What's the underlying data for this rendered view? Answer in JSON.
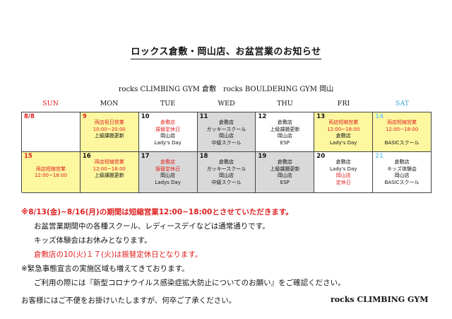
{
  "title": "ロックス倉敷・岡山店、お盆営業のお知らせ",
  "subtitle": "rocks CLIMBING GYM 倉敷　rocks BOULDERING GYM 岡山",
  "day_headers": [
    "SUN",
    "MON",
    "TUE",
    "WED",
    "THU",
    "FRI",
    "SAT"
  ],
  "weeks": [
    [
      {
        "date": "8/8",
        "bg": "white",
        "date_color": "red",
        "lines": []
      },
      {
        "date": "9",
        "bg": "yellow",
        "date_color": "red",
        "lines": [
          {
            "text": "両店祝日営業",
            "color": "red"
          },
          {
            "text": "10:00~20:00",
            "color": "red"
          },
          {
            "text": "上級課題更新",
            "color": "black"
          }
        ]
      },
      {
        "date": "10",
        "bg": "white",
        "date_color": "black",
        "lines": [
          {
            "text": "倉敷店",
            "color": "red"
          },
          {
            "text": "振替定休日",
            "color": "red"
          },
          {
            "text": "岡山店",
            "color": "black"
          },
          {
            "text": "Lady's Day",
            "color": "black"
          }
        ]
      },
      {
        "date": "11",
        "bg": "gray",
        "date_color": "black",
        "lines": [
          {
            "text": "倉敷店",
            "color": "black"
          },
          {
            "text": "ガッキースクール",
            "color": "black"
          },
          {
            "text": "岡山店",
            "color": "black"
          },
          {
            "text": "中級スクール",
            "color": "black"
          }
        ]
      },
      {
        "date": "12",
        "bg": "white",
        "date_color": "black",
        "lines": [
          {
            "text": "倉敷店",
            "color": "black"
          },
          {
            "text": "上級課題更新",
            "color": "black"
          },
          {
            "text": "岡山店",
            "color": "black"
          },
          {
            "text": "ESP",
            "color": "black"
          }
        ]
      },
      {
        "date": "13",
        "bg": "yellow",
        "date_color": "black",
        "lines": [
          {
            "text": "両店短縮営業",
            "color": "red"
          },
          {
            "text": "12:00~18:00",
            "color": "red"
          },
          {
            "text": "倉敷店",
            "color": "black"
          },
          {
            "text": "Lady's Day",
            "color": "black"
          }
        ]
      },
      {
        "date": "14",
        "bg": "yellow",
        "date_color": "lightblue",
        "lines": [
          {
            "text": "両店短縮営業",
            "color": "red"
          },
          {
            "text": "12:00~18:00",
            "color": "red"
          },
          {
            "text": "",
            "color": "black"
          },
          {
            "text": "BASICスクール",
            "color": "black"
          }
        ]
      }
    ],
    [
      {
        "date": "15",
        "bg": "yellow",
        "date_color": "red",
        "lines": [
          {
            "text": "",
            "color": "black"
          },
          {
            "text": "両店短縮営業",
            "color": "red"
          },
          {
            "text": "12:00~18:00",
            "color": "red"
          }
        ]
      },
      {
        "date": "16",
        "bg": "yellow",
        "date_color": "black",
        "lines": [
          {
            "text": "両店短縮営業",
            "color": "red"
          },
          {
            "text": "12:00~18:00",
            "color": "red"
          },
          {
            "text": "上級課題更新",
            "color": "black"
          }
        ]
      },
      {
        "date": "17",
        "bg": "gray",
        "date_color": "black",
        "lines": [
          {
            "text": "倉敷店",
            "color": "red"
          },
          {
            "text": "振替定休日",
            "color": "red"
          },
          {
            "text": "岡山店",
            "color": "black"
          },
          {
            "text": "Ladys Day",
            "color": "black"
          }
        ]
      },
      {
        "date": "18",
        "bg": "gray",
        "date_color": "black",
        "lines": [
          {
            "text": "倉敷店",
            "color": "black"
          },
          {
            "text": "ガッキースクール",
            "color": "black"
          },
          {
            "text": "岡山店",
            "color": "black"
          },
          {
            "text": "中級スクール",
            "color": "black"
          }
        ]
      },
      {
        "date": "19",
        "bg": "gray",
        "date_color": "black",
        "lines": [
          {
            "text": "倉敷店",
            "color": "black"
          },
          {
            "text": "上級課題更新",
            "color": "black"
          },
          {
            "text": "岡山店",
            "color": "black"
          },
          {
            "text": "ESP",
            "color": "black"
          }
        ]
      },
      {
        "date": "20",
        "bg": "white",
        "date_color": "black",
        "lines": [
          {
            "text": "倉敷店",
            "color": "black"
          },
          {
            "text": "Lady's Day",
            "color": "black"
          },
          {
            "text": "岡山店",
            "color": "red"
          },
          {
            "text": "定休日",
            "color": "red"
          }
        ]
      },
      {
        "date": "21",
        "bg": "white",
        "date_color": "lightblue",
        "lines": [
          {
            "text": "倉敷店",
            "color": "black"
          },
          {
            "text": "キッズ体験会",
            "color": "black"
          },
          {
            "text": "岡山店",
            "color": "black"
          },
          {
            "text": "BASICスクール",
            "color": "black"
          }
        ]
      }
    ]
  ],
  "notice": {
    "line1": "※8/13(金)~8/16(月)の期間は短縮営業12:00~18:00とさせていただきます。",
    "line2": "お盆営業期間中の各種スクール、レディースデイなどは通常通りです。",
    "line3": "キッズ体験会はお休みとなります。",
    "line4": "倉敷店の10(火)１７(火)は振替定休日となります。",
    "line5": "※緊急事態宣言の実施区域も増えてきております。",
    "line6": "ご利用の際には『新型コロナウイルス感染症拡大防止についてのお願い』をご確認ください。"
  },
  "footer": "お客様にはご不便をお掛けいたしますが、何卒ご了承ください。",
  "brand": "rocks CLIMBING GYM",
  "colors": {
    "red": "#e02020",
    "yellow": "#fdf7a0",
    "gray": "#d9d9d9",
    "lightblue": "#3aa6d8"
  }
}
